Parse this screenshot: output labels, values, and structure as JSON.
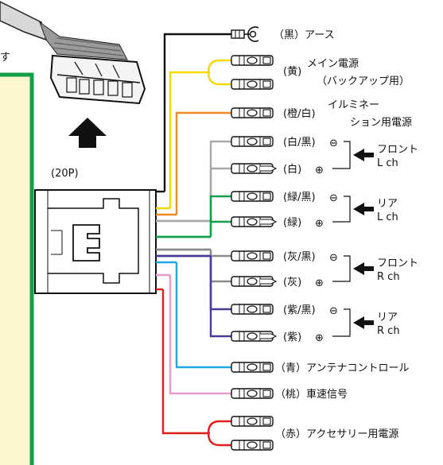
{
  "connector": {
    "label": "(20P)"
  },
  "side_note": {
    "text": "す"
  },
  "wires": [
    {
      "id": "ground",
      "color": "#111111",
      "label": "（黒）アース"
    },
    {
      "id": "memory",
      "color": "#f5d800",
      "label": "(黄)",
      "label2": "メイン電源",
      "label3": "（バックアップ用）"
    },
    {
      "id": "illum",
      "color": "#f08a24",
      "label": "(橙/白)",
      "label2": "イルミネー",
      "label3": "ション用電源"
    },
    {
      "id": "fl-neg",
      "color": "#a8a8a8",
      "label": "(白/黒)"
    },
    {
      "id": "fl-pos",
      "color": "#a8a8a8",
      "label": "(白)"
    },
    {
      "id": "rl-neg",
      "color": "#12a04a",
      "label": "(緑/黒)"
    },
    {
      "id": "rl-pos",
      "color": "#12a04a",
      "label": "(緑)"
    },
    {
      "id": "fr-neg",
      "color": "#8a8a8a",
      "label": "(灰/黒)"
    },
    {
      "id": "fr-pos",
      "color": "#8a8a8a",
      "label": "(灰)"
    },
    {
      "id": "rr-neg",
      "color": "#4b3b96",
      "label": "(紫/黒)"
    },
    {
      "id": "rr-pos",
      "color": "#4b3b96",
      "label": "(紫)"
    },
    {
      "id": "antenna",
      "color": "#20a8e0",
      "label": "（青）アンテナコントロール"
    },
    {
      "id": "speed",
      "color": "#e89ac8",
      "label": "（桃）車速信号"
    },
    {
      "id": "acc",
      "color": "#e01e1e",
      "label": "（赤）アクセサリー用電源"
    }
  ],
  "polarity": {
    "neg": "⊖",
    "pos": "⊕"
  },
  "groups": [
    {
      "id": "front-l",
      "line1": "フロント",
      "line2": "L ch"
    },
    {
      "id": "rear-l",
      "line1": "リア",
      "line2": "L ch"
    },
    {
      "id": "front-r",
      "line1": "フロント",
      "line2": "R ch"
    },
    {
      "id": "rear-r",
      "line1": "リア",
      "line2": "R ch"
    }
  ]
}
